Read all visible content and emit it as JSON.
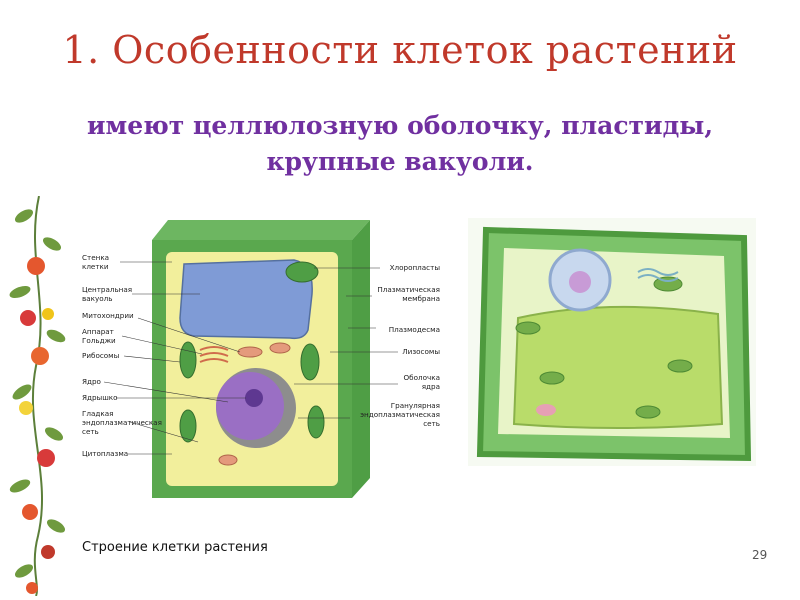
{
  "slide": {
    "title": "1. Особенности клеток  растений",
    "subtitle_line1": "имеют  целлюлозную оболочку, пластиды,",
    "subtitle_line2": "крупные вакуоли.",
    "caption": "Строение клетки растения",
    "page_number": "29"
  },
  "diagram": {
    "left_labels": [
      [
        "Стенка",
        "клетки"
      ],
      [
        "Центральная",
        "вакуоль"
      ],
      [
        "Митохондрии"
      ],
      [
        "Аппарат",
        "Гольджи"
      ],
      [
        "Рибосомы"
      ],
      [
        "Ядро"
      ],
      [
        "Ядрышко"
      ],
      [
        "Гладкая",
        "эндоплазматическая",
        "сеть"
      ],
      [
        "Цитоплазма"
      ]
    ],
    "right_labels": [
      [
        "Хлоропласты"
      ],
      [
        "Плазматическая",
        "мембрана"
      ],
      [
        "Плазмодесма"
      ],
      [
        "Лизосомы"
      ],
      [
        "Оболочка",
        "ядра"
      ],
      [
        "Гранулярная",
        "эндоплазматическая",
        "сеть"
      ]
    ]
  },
  "colors": {
    "title": "#c0392b",
    "subtitle": "#7030a0",
    "cell_wall": "#4f9e45",
    "cytoplasm": "#f2ef9c",
    "vacuole": "#7f9bd6",
    "nucleus": "#9a6fc4"
  }
}
